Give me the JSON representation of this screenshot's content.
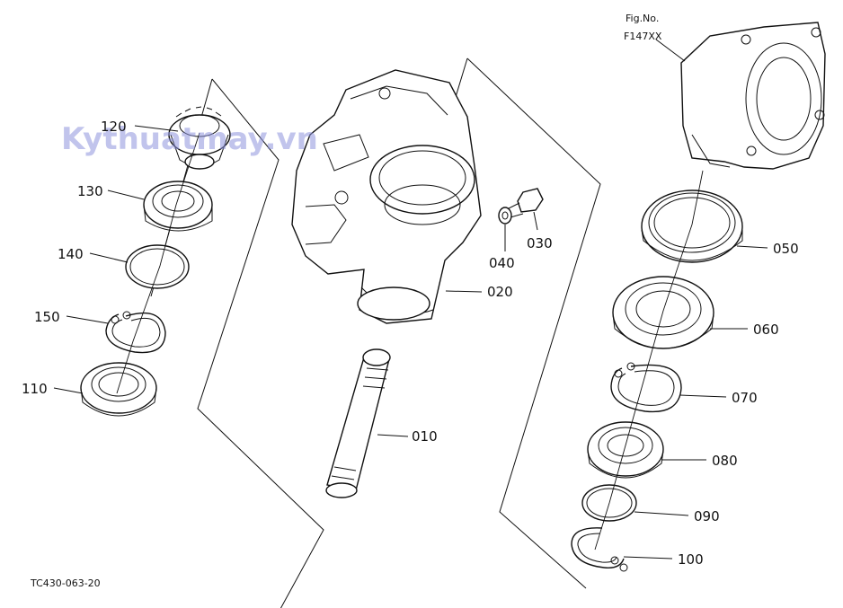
{
  "watermark": "Kythuatmay.vn",
  "figure_note": {
    "line1": "Fig.No.",
    "line2": "F147XX"
  },
  "drawing_code": "TC430-063-20",
  "parts": {
    "p010": "010",
    "p020": "020",
    "p030": "030",
    "p040": "040",
    "p050": "050",
    "p060": "060",
    "p070": "070",
    "p080": "080",
    "p090": "090",
    "p100": "100",
    "p110": "110",
    "p120": "120",
    "p130": "130",
    "p140": "140",
    "p150": "150"
  }
}
